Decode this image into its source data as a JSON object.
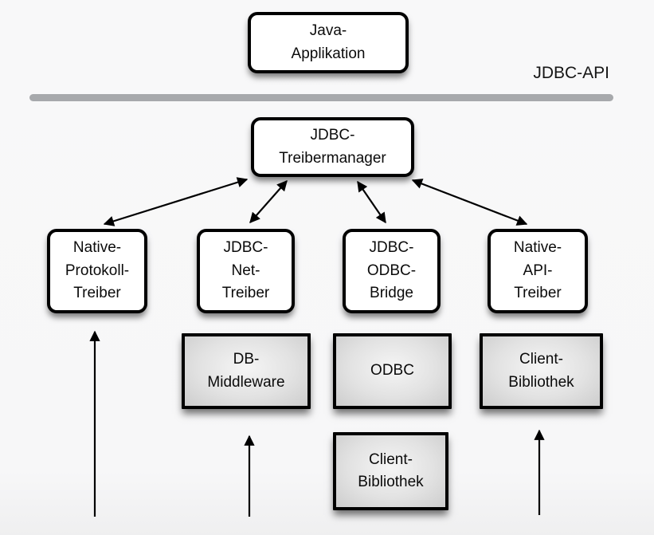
{
  "diagram": {
    "api_label": "JDBC-API",
    "colors": {
      "background": "#f7f7f8",
      "box_border": "#000000",
      "box_fill_white": "#ffffff",
      "box_fill_gray_light": "#f5f5f5",
      "box_fill_gray_dark": "#cdcdcd",
      "divider": "#a7a9ac",
      "arrow": "#000000",
      "text": "#0b0b0b"
    },
    "nodes": {
      "java_application": {
        "label": "Java-\nApplikation"
      },
      "jdbc_treibermanager": {
        "label": "JDBC-\nTreibermanager"
      },
      "native_protokoll_treiber": {
        "label": "Native-\nProtokoll-\nTreiber"
      },
      "jdbc_net_treiber": {
        "label": "JDBC-\nNet-\nTreiber"
      },
      "jdbc_odbc_bridge": {
        "label": "JDBC-\nODBC-\nBridge"
      },
      "native_api_treiber": {
        "label": "Native-\nAPI-\nTreiber"
      },
      "db_middleware": {
        "label": "DB-\nMiddleware"
      },
      "odbc": {
        "label": "ODBC"
      },
      "client_bibliothek_odbc": {
        "label": "Client-\nBibliothek"
      },
      "client_bibliothek_native": {
        "label": "Client-\nBibliothek"
      }
    },
    "edges": [
      {
        "from": "jdbc_treibermanager",
        "to": "native_protokoll_treiber",
        "style": "double-arrow"
      },
      {
        "from": "jdbc_treibermanager",
        "to": "jdbc_net_treiber",
        "style": "double-arrow"
      },
      {
        "from": "jdbc_treibermanager",
        "to": "jdbc_odbc_bridge",
        "style": "double-arrow"
      },
      {
        "from": "jdbc_treibermanager",
        "to": "native_api_treiber",
        "style": "double-arrow"
      },
      {
        "from": "bottom-edge",
        "to": "native_protokoll_treiber",
        "style": "up-arrow"
      },
      {
        "from": "bottom-edge",
        "to": "db_middleware",
        "style": "up-arrow"
      },
      {
        "from": "bottom-edge",
        "to": "client_bibliothek_native",
        "style": "up-arrow"
      }
    ]
  }
}
